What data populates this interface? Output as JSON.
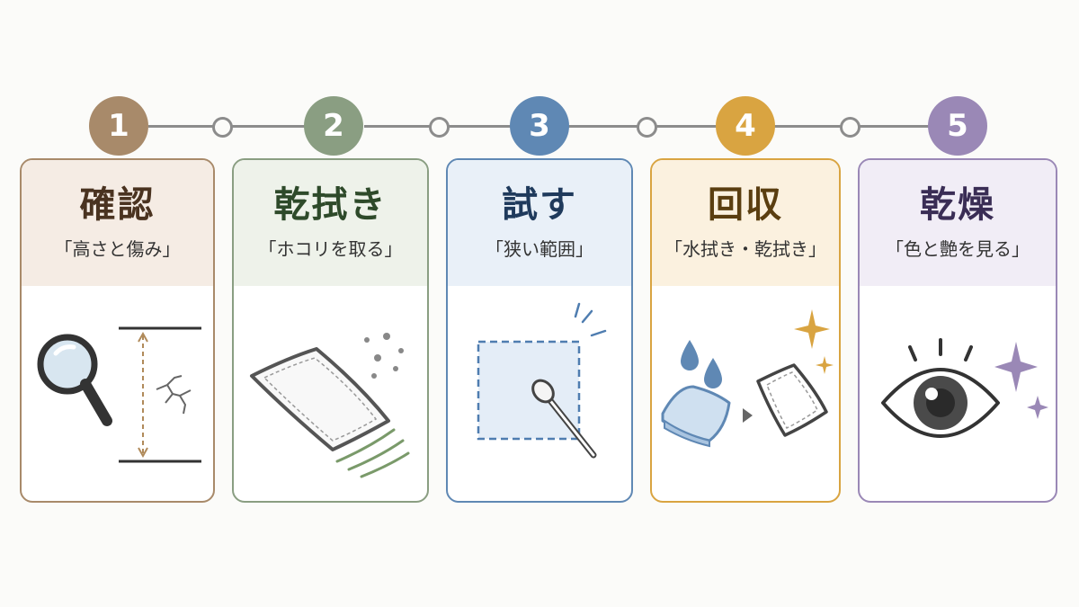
{
  "steps": [
    {
      "number": "1",
      "title": "確認",
      "subtitle": "「高さと傷み」",
      "color": "#a88a6a",
      "title_color": "#4a3320",
      "head_bg": "#f5ece4"
    },
    {
      "number": "2",
      "title": "乾拭き",
      "subtitle": "「ホコリを取る」",
      "color": "#8a9e82",
      "title_color": "#2e4a2a",
      "head_bg": "#eef2ea"
    },
    {
      "number": "3",
      "title": "試す",
      "subtitle": "「狭い範囲」",
      "color": "#5f88b4",
      "title_color": "#1f3a5c",
      "head_bg": "#e9f0f8"
    },
    {
      "number": "4",
      "title": "回収",
      "subtitle": "「水拭き・乾拭き」",
      "color": "#d9a441",
      "title_color": "#5a3e10",
      "head_bg": "#fbf1df"
    },
    {
      "number": "5",
      "title": "乾燥",
      "subtitle": "「色と艶を見る」",
      "color": "#9a88b6",
      "title_color": "#3a2d55",
      "head_bg": "#f1edf6"
    }
  ],
  "icons": {
    "step1": [
      "magnifier-icon",
      "height-arrow-icon",
      "crack-icon"
    ],
    "step2": [
      "cloth-icon",
      "dust-icon",
      "wipe-motion-icon"
    ],
    "step3": [
      "test-area-icon",
      "cotton-swab-icon"
    ],
    "step4": [
      "water-drop-icon",
      "wet-cloth-icon",
      "arrow-right-icon",
      "dry-cloth-icon",
      "sparkle-icon"
    ],
    "step5": [
      "eye-icon",
      "sparkle-icon"
    ]
  }
}
